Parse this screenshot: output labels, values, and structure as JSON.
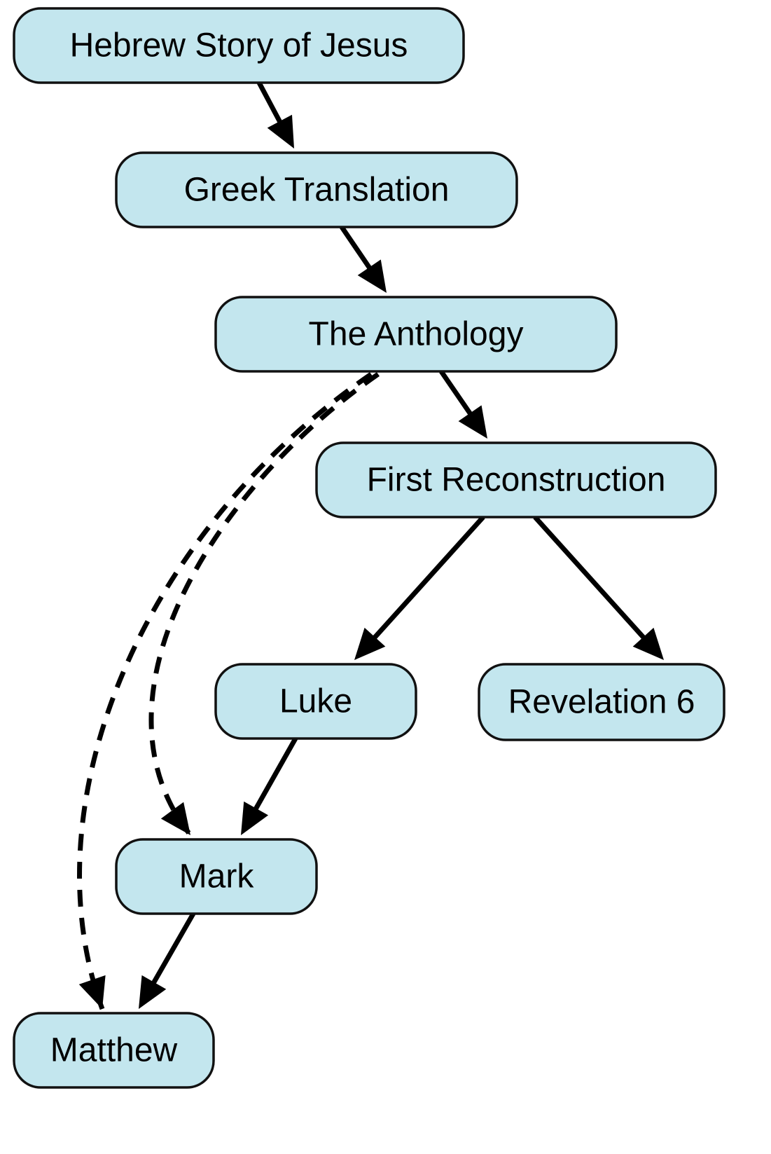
{
  "diagram": {
    "type": "directed-graph",
    "node_fill": "#c3e6ee",
    "edge_color": "#000000",
    "nodes": [
      {
        "id": "hebrew",
        "label": "Hebrew Story of Jesus"
      },
      {
        "id": "greek",
        "label": "Greek Translation"
      },
      {
        "id": "anthology",
        "label": "The Anthology"
      },
      {
        "id": "first",
        "label": "First Reconstruction"
      },
      {
        "id": "luke",
        "label": "Luke"
      },
      {
        "id": "rev",
        "label": "Revelation 6"
      },
      {
        "id": "mark",
        "label": "Mark"
      },
      {
        "id": "matthew",
        "label": "Matthew"
      }
    ],
    "edges": [
      {
        "from": "hebrew",
        "to": "greek",
        "style": "solid"
      },
      {
        "from": "greek",
        "to": "anthology",
        "style": "solid"
      },
      {
        "from": "anthology",
        "to": "first",
        "style": "solid"
      },
      {
        "from": "first",
        "to": "luke",
        "style": "solid"
      },
      {
        "from": "first",
        "to": "rev",
        "style": "solid"
      },
      {
        "from": "luke",
        "to": "mark",
        "style": "solid"
      },
      {
        "from": "mark",
        "to": "matthew",
        "style": "solid"
      },
      {
        "from": "anthology",
        "to": "mark",
        "style": "dashed"
      },
      {
        "from": "anthology",
        "to": "matthew",
        "style": "dashed"
      }
    ]
  }
}
